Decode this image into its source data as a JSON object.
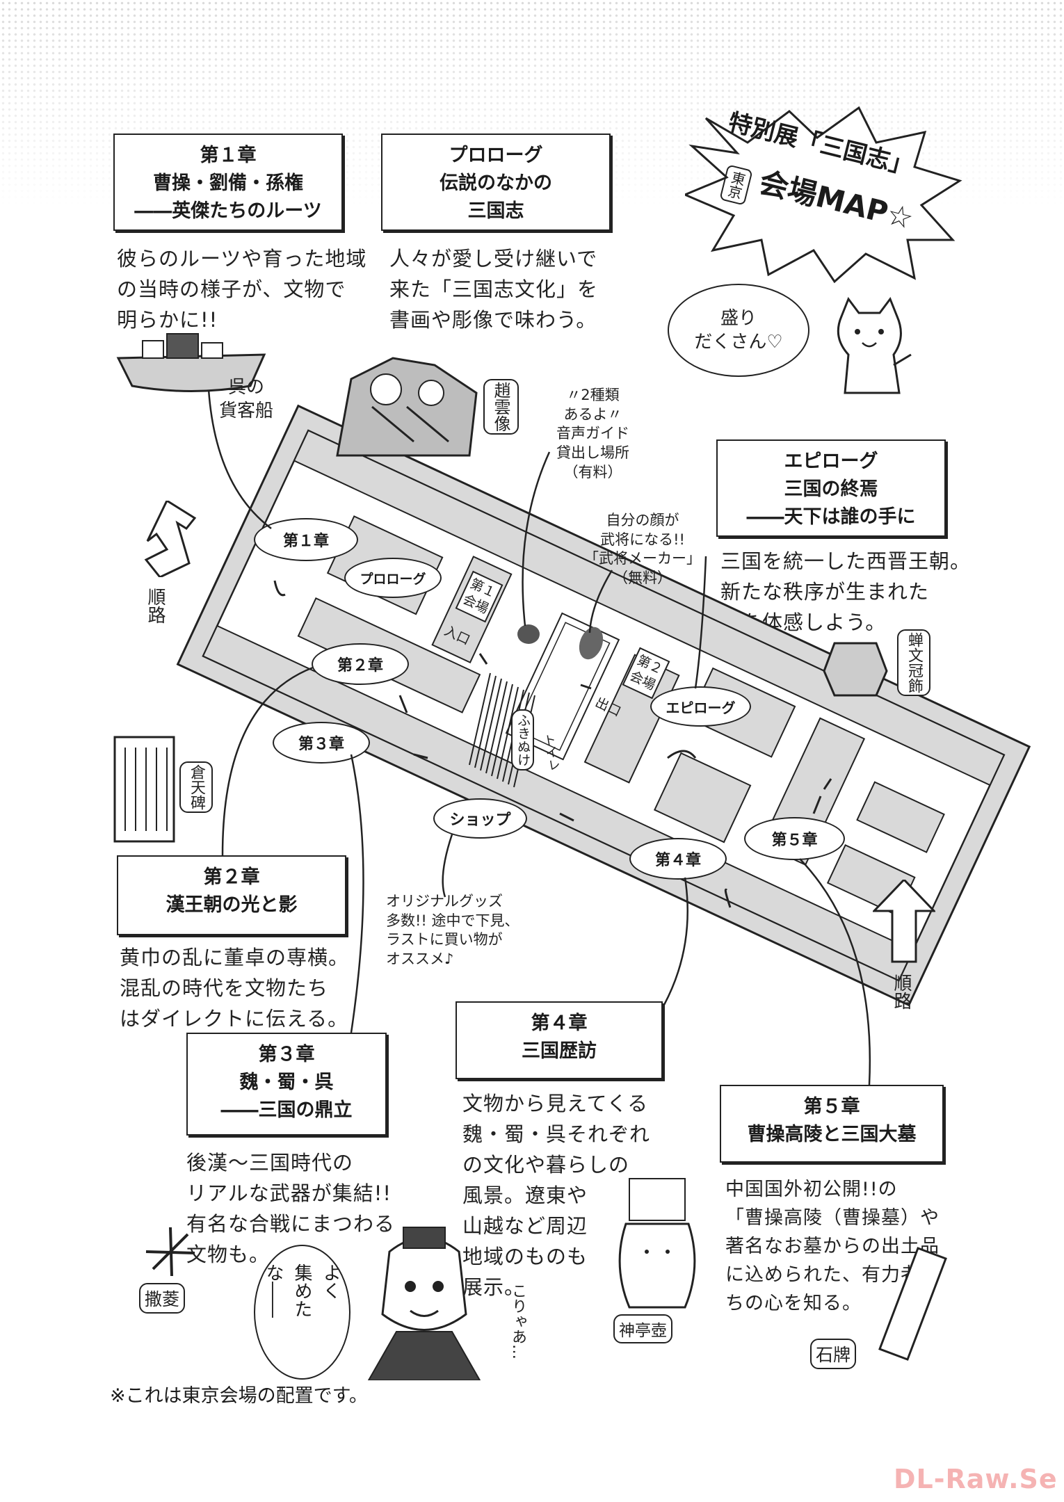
{
  "title_burst": {
    "line1": "特別展「三国志」",
    "line2": "会場MAP",
    "star": "☆",
    "tag": "東京"
  },
  "sections": {
    "ch1": {
      "lines": [
        "第１章",
        "曹操・劉備・孫権",
        "――英傑たちのルーツ"
      ],
      "note": "彼らのルーツや育った地域\nの当時の様子が、文物で\n明らかに!!"
    },
    "prologue": {
      "lines": [
        "プロローグ",
        "伝説のなかの",
        "三国志"
      ],
      "note": "人々が愛し受け継いで\n来た「三国志文化」を\n書画や彫像で味わう。"
    },
    "epilogue": {
      "lines": [
        "エピローグ",
        "三国の終焉",
        "――天下は誰の手に"
      ],
      "note": "三国を統一した西晋王朝。\n新たな秩序が生まれた\n時を体感しよう。"
    },
    "ch2": {
      "lines": [
        "第２章",
        "漢王朝の光と影"
      ],
      "note": "黄巾の乱に董卓の専横。\n混乱の時代を文物たち\nはダイレクトに伝える。"
    },
    "ch3": {
      "lines": [
        "第３章",
        "魏・蜀・呉",
        "――三国の鼎立"
      ],
      "note": "後漢～三国時代の\nリアルな武器が集結!!\n有名な合戦にまつわる\n文物も。"
    },
    "ch4": {
      "lines": [
        "第４章",
        "三国歴訪"
      ],
      "note": "文物から見えてくる\n魏・蜀・呉それぞれ\nの文化や暮らしの\n風景。遼東や\n山越など周辺\n地域のものも\n展示。"
    },
    "ch5": {
      "lines": [
        "第５章",
        "曹操高陵と三国大墓"
      ],
      "note": "中国国外初公開!!の\n「曹操高陵（曹操墓）や\n著名なお墓からの出土品\nに込められた、有力者た\nちの心を知る。"
    }
  },
  "map_labels": {
    "ch1": "第１章",
    "prologue": "プロローグ",
    "ch2": "第２章",
    "ch3": "第３章",
    "shop": "ショップ",
    "ch4": "第４章",
    "ch5": "第５章",
    "epilogue": "エピローグ",
    "hall1": "第１\n会場",
    "hall2": "第２\n会場",
    "entrance": "入口",
    "exit": "出口",
    "atrium": "ふきぬけ",
    "toilet": "トイレ"
  },
  "callouts": {
    "audio_guide": "〃2種類\nあるよ〃\n音声ガイド\n貸出し場所\n（有料）",
    "busho_maker": "自分の顔が\n武将になる!!\n「武将メーカー」\n（無料）",
    "shop_note": "オリジナルグッズ\n多数!! 途中で下見、\nラストに買い物が\nオススメ♪",
    "cat_speech": "盛り\nだくさん♡",
    "man_speech": [
      "よく",
      "集めた",
      "な――"
    ],
    "korya": "こりゃあ…"
  },
  "artifacts": {
    "ship": "呉の\n貨客船",
    "statue": "趙雲像",
    "stele": "倉天碑",
    "jar": "神亭壺",
    "caltrop": "撒菱",
    "tablet": "石牌",
    "ornament": "蝉文冠飾"
  },
  "route_label": "順路",
  "footnote": "※これは東京会場の配置です。",
  "watermark": "DL-Raw.Se"
}
